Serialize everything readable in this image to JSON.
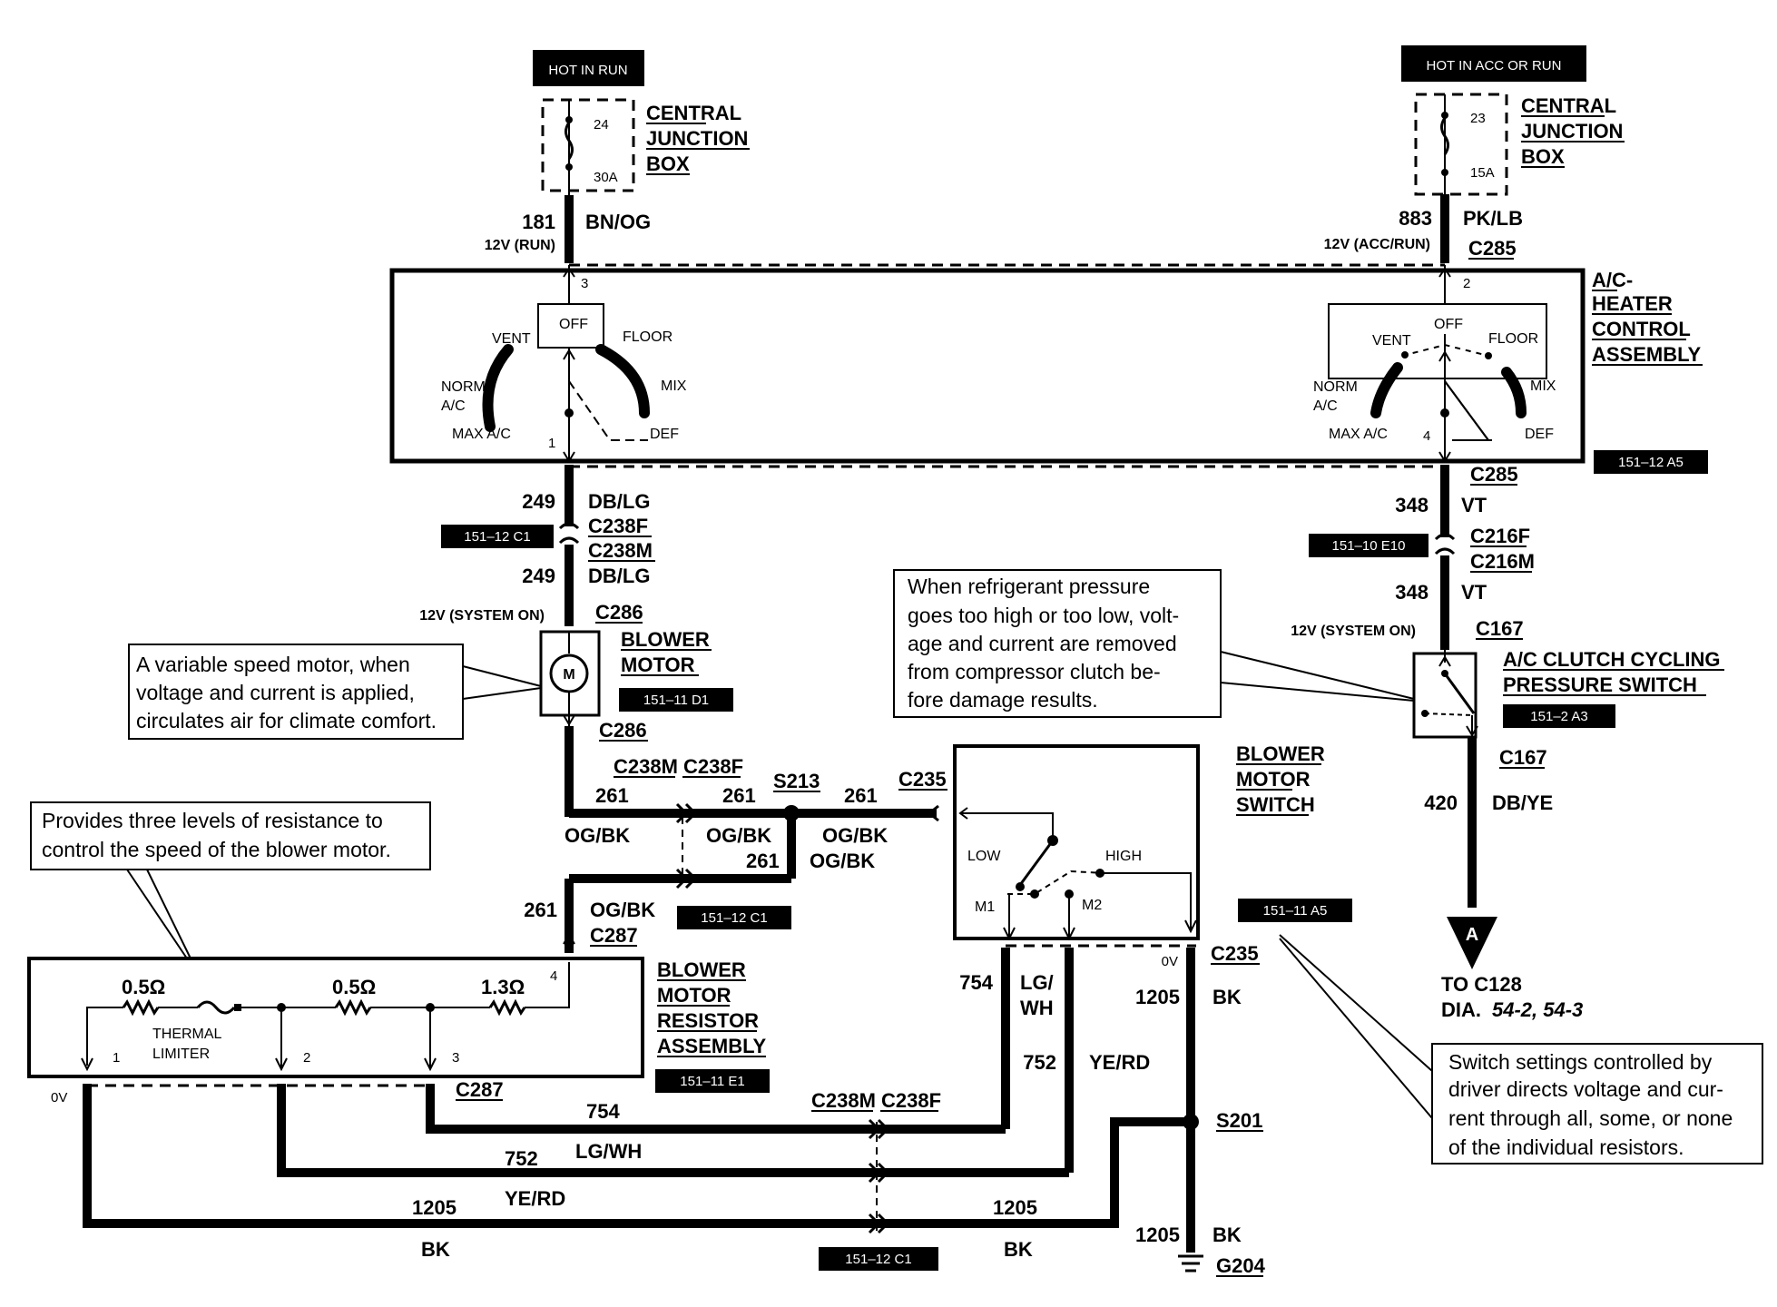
{
  "power": {
    "left": {
      "banner": "HOT IN RUN",
      "fuse_no": "24",
      "fuse_rating": "30A",
      "box": [
        "CENTRAL",
        "JUNCTION",
        "BOX"
      ],
      "circuit": "181",
      "color": "BN/OG",
      "voltage": "12V (RUN)"
    },
    "right": {
      "banner": "HOT IN ACC OR RUN",
      "fuse_no": "23",
      "fuse_rating": "15A",
      "box": [
        "CENTRAL",
        "JUNCTION",
        "BOX"
      ],
      "circuit": "883",
      "color": "PK/LB",
      "voltage": "12V (ACC/RUN)",
      "connector": "C285"
    }
  },
  "control_assembly": {
    "title": [
      "A/C-",
      "HEATER",
      "CONTROL",
      "ASSEMBLY"
    ],
    "ref": "151–12 A5",
    "left_switch": {
      "pins": [
        "3",
        "1"
      ],
      "labels": [
        "OFF",
        "VENT",
        "FLOOR",
        "NORM",
        "A/C",
        "MIX",
        "MAX A/C",
        "DEF"
      ]
    },
    "right_switch": {
      "pins": [
        "2",
        "4"
      ],
      "labels": [
        "OFF",
        "VENT",
        "FLOOR",
        "NORM",
        "A/C",
        "MIX",
        "MAX A/C",
        "DEF"
      ]
    }
  },
  "left_branch": {
    "circuit1": "249",
    "color1": "DB/LG",
    "conn_f": "C238F",
    "conn_m": "C238M",
    "circuit2": "249",
    "color2": "DB/LG",
    "ref": "151–12 C1",
    "voltage": "12V (SYSTEM ON)",
    "c286_top": "C286",
    "motor_title": [
      "BLOWER",
      "MOTOR"
    ],
    "motor_symbol": "M",
    "motor_ref": "151–11 D1",
    "c286_bottom": "C286"
  },
  "right_branch": {
    "c285": "C285",
    "circuit1": "348",
    "color1": "VT",
    "ref": "151–10 E10",
    "c216f": "C216F",
    "c216m": "C216M",
    "circuit2": "348",
    "color2": "VT",
    "voltage": "12V (SYSTEM ON)",
    "c167_top": "C167",
    "switch_title": [
      "A/C CLUTCH CYCLING",
      "PRESSURE SWITCH"
    ],
    "switch_ref": "151–2 A3",
    "c167_bottom": "C167",
    "circuit3": "420",
    "color3": "DB/YE",
    "arrow_letter": "A",
    "dest": "TO C128",
    "dia_label": "DIA.",
    "dia_pages": "54-2, 54-3"
  },
  "notes": {
    "motor": [
      "A variable speed motor, when",
      "voltage and current is applied,",
      "circulates air for climate comfort."
    ],
    "pressure": [
      "When refrigerant pressure",
      "goes too high or too low, volt-",
      "age and current are removed",
      "from compressor clutch be-",
      "fore damage results."
    ],
    "resistor": [
      "Provides three levels of resistance to",
      "control the speed of the blower motor."
    ],
    "switch": [
      "Switch settings controlled by",
      "driver directs voltage and cur-",
      "rent through all, some, or none",
      "of the individual resistors."
    ]
  },
  "mid_wiring": {
    "conn_pair": "C238M C238F",
    "splice": "S213",
    "c235": "C235",
    "c261a": "261",
    "c261b": "261",
    "c261c": "261",
    "c261d": "261",
    "c261e": "261",
    "og1": "OG/BK",
    "og2": "OG/BK",
    "og3": "OG/BK",
    "og4": "OG/BK",
    "og5": "OG/BK",
    "c287": "C287",
    "ref": "151–12 C1"
  },
  "blower_switch": {
    "title": [
      "BLOWER",
      "MOTOR",
      "SWITCH"
    ],
    "low": "LOW",
    "high": "HIGH",
    "m1": "M1",
    "m2": "M2",
    "ref": "151–11 A5",
    "ov": "0V",
    "c235": "C235",
    "c754": "754",
    "lgwh": [
      "LG/",
      "WH"
    ],
    "c752": "752",
    "yerd": "YE/RD",
    "c1205": "1205",
    "bk": "BK"
  },
  "resistor_assembly": {
    "title": [
      "BLOWER",
      "MOTOR",
      "RESISTOR",
      "ASSEMBLY"
    ],
    "ref": "151–11 E1",
    "r1": "0.5Ω",
    "r2": "0.5Ω",
    "r3": "1.3Ω",
    "limiter": [
      "THERMAL",
      "LIMITER"
    ],
    "pins": [
      "1",
      "2",
      "3",
      "4"
    ],
    "ov": "0V",
    "c287": "C287"
  },
  "bottom_wiring": {
    "w754": "754",
    "w754c": "LG/WH",
    "w752": "752",
    "w752c": "YE/RD",
    "w1205a": "1205",
    "bk_a": "BK",
    "w1205b": "1205",
    "bk_b": "BK",
    "conn_pair": "C238M C238F",
    "ref": "151–12 C1",
    "splice": "S201",
    "ground_circuit": "1205",
    "ground_color": "BK",
    "ground": "G204"
  }
}
